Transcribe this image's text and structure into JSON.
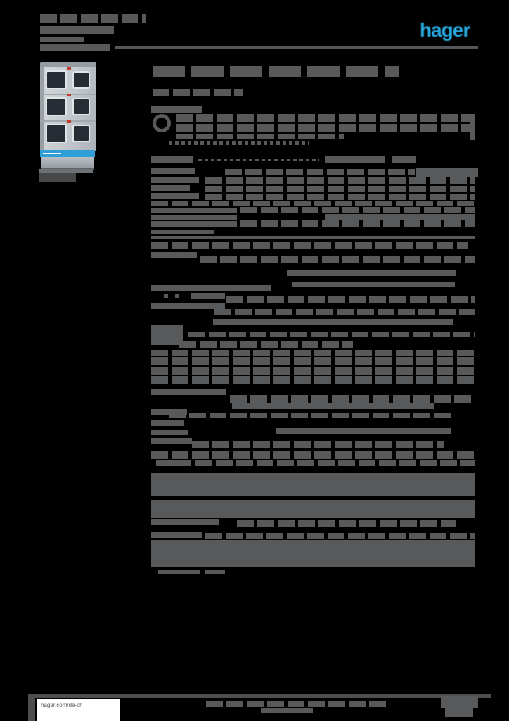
{
  "colors": {
    "bg": "#000000",
    "bar": "#57595b",
    "bar_dim": "#4c4e50",
    "rule": "#55575a",
    "logo": "#29abe2",
    "device_dark": "#272d34",
    "device_blue": "#2f9ed7",
    "device_red": "#c23b2e",
    "footer_box_bg": "#ffffff",
    "footer_text": "#5a5a5a"
  },
  "brand": {
    "logo_text": "hager"
  },
  "footer": {
    "website": "hager.com/de-ch"
  },
  "redacted_bars": {
    "header_address": [
      [
        57,
        20,
        150,
        12,
        "words"
      ],
      [
        57,
        37,
        105,
        11
      ],
      [
        57,
        52,
        62,
        8
      ],
      [
        57,
        62,
        100,
        10
      ]
    ],
    "photo_caption": [
      [
        56,
        240,
        76,
        5,
        "light"
      ],
      [
        56,
        246,
        52,
        12,
        "dark"
      ]
    ],
    "content": [
      [
        217,
        94,
        350,
        16,
        "words-lg"
      ],
      [
        217,
        126,
        128,
        10,
        "words"
      ],
      [
        215,
        151,
        73,
        9
      ],
      [
        217,
        162,
        26,
        26,
        "circle"
      ],
      [
        250,
        162,
        426,
        11,
        "words"
      ],
      [
        250,
        176,
        426,
        11,
        "words"
      ],
      [
        250,
        190,
        240,
        8,
        "words"
      ],
      [
        240,
        200,
        200,
        6,
        "dashed"
      ],
      [
        668,
        163,
        8,
        36
      ],
      [
        215,
        222,
        60,
        9
      ],
      [
        282,
        226,
        172,
        2,
        "dashed"
      ],
      [
        462,
        222,
        86,
        9
      ],
      [
        557,
        222,
        35,
        9
      ],
      [
        215,
        238,
        62,
        9
      ],
      [
        320,
        240,
        271,
        9,
        "words"
      ],
      [
        592,
        239,
        88,
        13
      ],
      [
        215,
        252,
        68,
        8
      ],
      [
        292,
        252,
        384,
        9,
        "words"
      ],
      [
        215,
        263,
        55,
        8
      ],
      [
        292,
        264,
        384,
        9,
        "words"
      ],
      [
        215,
        274,
        68,
        8
      ],
      [
        292,
        276,
        384,
        8,
        "words"
      ],
      [
        215,
        286,
        461,
        7,
        "words"
      ],
      [
        215,
        295,
        122,
        8
      ],
      [
        342,
        294,
        334,
        9,
        "words"
      ],
      [
        215,
        305,
        122,
        8
      ],
      [
        462,
        304,
        214,
        8
      ],
      [
        215,
        314,
        122,
        8
      ],
      [
        342,
        313,
        334,
        9,
        "words"
      ],
      [
        215,
        326,
        90,
        7
      ],
      [
        215,
        335,
        461,
        4
      ],
      [
        215,
        344,
        450,
        9,
        "words"
      ],
      [
        215,
        358,
        65,
        8
      ],
      [
        284,
        364,
        392,
        10,
        "words"
      ],
      [
        408,
        383,
        240,
        9
      ],
      [
        415,
        400,
        232,
        8
      ],
      [
        215,
        405,
        170,
        8
      ],
      [
        233,
        418,
        6,
        5
      ],
      [
        249,
        418,
        6,
        5
      ],
      [
        272,
        416,
        48,
        8
      ],
      [
        322,
        421,
        354,
        9,
        "words"
      ],
      [
        215,
        430,
        105,
        9
      ],
      [
        305,
        439,
        371,
        9,
        "words"
      ],
      [
        303,
        453,
        342,
        9
      ],
      [
        215,
        462,
        46,
        28
      ],
      [
        268,
        471,
        408,
        8,
        "words"
      ],
      [
        255,
        485,
        247,
        9,
        "words"
      ],
      [
        215,
        497,
        461,
        8,
        "words"
      ],
      [
        215,
        507,
        461,
        12,
        "words"
      ],
      [
        215,
        521,
        461,
        11,
        "words"
      ],
      [
        215,
        534,
        461,
        11,
        "words"
      ],
      [
        215,
        553,
        106,
        8
      ],
      [
        327,
        561,
        349,
        11,
        "words"
      ],
      [
        330,
        573,
        288,
        8
      ],
      [
        215,
        581,
        51,
        8
      ],
      [
        240,
        586,
        405,
        8,
        "words"
      ],
      [
        215,
        597,
        47,
        8
      ],
      [
        392,
        608,
        249,
        9
      ],
      [
        215,
        610,
        53,
        8
      ],
      [
        215,
        622,
        58,
        8
      ],
      [
        273,
        626,
        359,
        10,
        "words"
      ],
      [
        215,
        641,
        461,
        11,
        "words"
      ],
      [
        222,
        654,
        50,
        8
      ],
      [
        278,
        654,
        398,
        8,
        "words"
      ],
      [
        215,
        672,
        461,
        33
      ],
      [
        215,
        710,
        461,
        25
      ],
      [
        215,
        737,
        96,
        9
      ],
      [
        337,
        739,
        311,
        9,
        "words"
      ],
      [
        215,
        756,
        73,
        8
      ],
      [
        292,
        757,
        384,
        8,
        "words"
      ],
      [
        215,
        767,
        461,
        38
      ],
      [
        225,
        810,
        60,
        5
      ],
      [
        292,
        810,
        28,
        5
      ]
    ],
    "footer": [
      [
        40,
        985,
        658,
        7,
        "dim"
      ],
      [
        40,
        992,
        10,
        32,
        "dim"
      ],
      [
        293,
        996,
        258,
        8,
        "words"
      ],
      [
        371,
        1006,
        74,
        6
      ],
      [
        627,
        988,
        53,
        17
      ],
      [
        633,
        1006,
        40,
        12
      ]
    ]
  }
}
